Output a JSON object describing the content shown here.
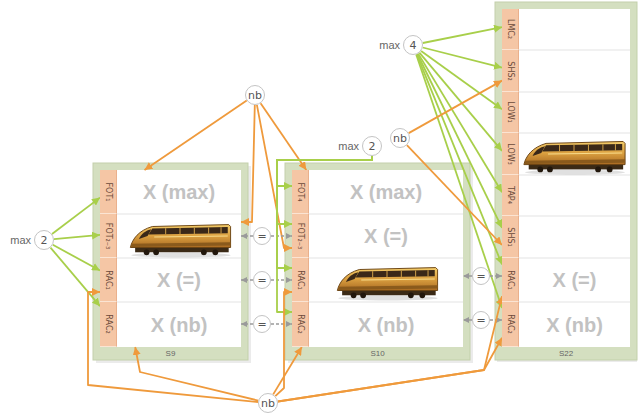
{
  "diagram": {
    "nodes": [
      {
        "text": [
          "max",
          "2"
        ]
      },
      {
        "text": [
          "S9"
        ]
      },
      {
        "text": [
          "FOT₁",
          "X (max)"
        ],
        "in": 1
      },
      {
        "text": [
          "FOT₂₋₃"
        ],
        "in": 1
      },
      {
        "text": [
          "RAC₁",
          "X (=)"
        ],
        "in": 1
      },
      {
        "text": [
          "RAC₂",
          "X (nb)"
        ],
        "in": 1
      },
      {
        "text": [
          "nb"
        ]
      },
      {
        "text": [
          "="
        ]
      },
      {
        "text": [
          "="
        ]
      },
      {
        "text": [
          "="
        ]
      },
      {
        "text": [
          "max",
          "2"
        ]
      },
      {
        "text": [
          "S10"
        ]
      },
      {
        "text": [
          "FOT₄",
          "X (max)"
        ],
        "in": 11
      },
      {
        "text": [
          "FOT₂₋₃",
          "X (=)"
        ],
        "in": 11
      },
      {
        "text": [
          "RAC₁"
        ],
        "in": 11
      },
      {
        "text": [
          "RAC₂",
          "X (nb)"
        ],
        "in": 11
      },
      {
        "text": [
          "max",
          "4"
        ]
      },
      {
        "text": [
          "nb"
        ]
      },
      {
        "text": [
          "="
        ]
      },
      {
        "text": [
          "="
        ]
      },
      {
        "text": [
          "S22"
        ]
      },
      {
        "text": [
          "LMC₂"
        ],
        "in": 20
      },
      {
        "text": [
          "SHS₂"
        ],
        "in": 20
      },
      {
        "text": [
          "LOW₁"
        ],
        "in": 20
      },
      {
        "text": [
          "LOW₃"
        ],
        "in": 20
      },
      {
        "text": [
          "TAP₄"
        ],
        "in": 20
      },
      {
        "text": [
          "SHS₁"
        ],
        "in": 20
      },
      {
        "text": [
          "RAC₁",
          "X (=)"
        ],
        "in": 20
      },
      {
        "text": [
          "RAC₂",
          "X (nb)"
        ],
        "in": 20
      },
      {
        "text": [
          "nb"
        ]
      }
    ],
    "edges": [
      {
        "from": 0,
        "to": 2,
        "arrow": "to"
      },
      {
        "from": 0,
        "to": 3,
        "arrow": "to"
      },
      {
        "from": 0,
        "to": 4,
        "arrow": "to"
      },
      {
        "from": 0,
        "to": 5,
        "arrow": "to"
      },
      {
        "from": 6,
        "to": 2,
        "arrow": "to"
      },
      {
        "from": 6,
        "to": 3,
        "arrow": "to"
      },
      {
        "from": 6,
        "to": 12,
        "arrow": "to"
      },
      {
        "from": 6,
        "to": 13,
        "arrow": "to"
      },
      {
        "from": 7,
        "to": 3,
        "arrow": "to"
      },
      {
        "from": 7,
        "to": 13,
        "arrow": "to"
      },
      {
        "from": 8,
        "to": 4,
        "arrow": "to"
      },
      {
        "from": 8,
        "to": 14,
        "arrow": "to"
      },
      {
        "from": 9,
        "to": 5,
        "arrow": "to"
      },
      {
        "from": 9,
        "to": 15,
        "arrow": "to"
      },
      {
        "from": 10,
        "to": 12,
        "arrow": "to"
      },
      {
        "from": 10,
        "to": 13,
        "arrow": "to"
      },
      {
        "from": 10,
        "to": 14,
        "arrow": "to"
      },
      {
        "from": 10,
        "to": 15,
        "arrow": "to"
      },
      {
        "from": 16,
        "to": 21,
        "arrow": "to"
      },
      {
        "from": 16,
        "to": 22,
        "arrow": "to"
      },
      {
        "from": 16,
        "to": 23,
        "arrow": "to"
      },
      {
        "from": 16,
        "to": 24,
        "arrow": "to"
      },
      {
        "from": 16,
        "to": 25,
        "arrow": "to"
      },
      {
        "from": 16,
        "to": 26,
        "arrow": "to"
      },
      {
        "from": 16,
        "to": 27,
        "arrow": "to"
      },
      {
        "from": 16,
        "to": 28,
        "arrow": "to"
      },
      {
        "from": 17,
        "to": 22,
        "arrow": "to"
      },
      {
        "from": 17,
        "to": 26,
        "arrow": "to"
      },
      {
        "from": 18,
        "to": 14,
        "arrow": "to"
      },
      {
        "from": 18,
        "to": 27,
        "arrow": "to"
      },
      {
        "from": 19,
        "to": 15,
        "arrow": "to"
      },
      {
        "from": 19,
        "to": 28,
        "arrow": "to"
      },
      {
        "from": 29,
        "to": 4,
        "arrow": "to"
      },
      {
        "from": 29,
        "to": 5,
        "arrow": "to"
      },
      {
        "from": 29,
        "to": 14,
        "arrow": "to"
      },
      {
        "from": 29,
        "to": 15,
        "arrow": "to"
      },
      {
        "from": 29,
        "to": 27,
        "arrow": "to"
      },
      {
        "from": 29,
        "to": 28,
        "arrow": "to"
      }
    ]
  }
}
